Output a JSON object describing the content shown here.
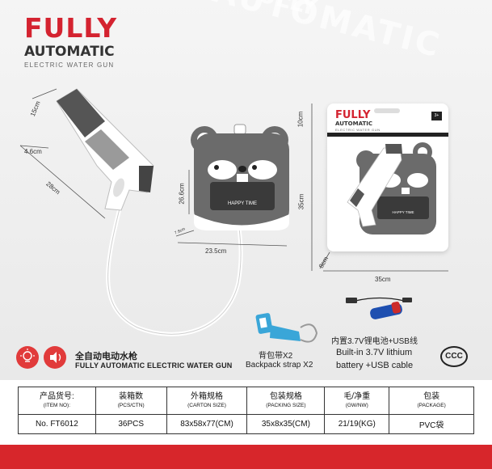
{
  "brand": {
    "title": "FULLY",
    "subtitle": "AUTOMATIC",
    "tagline": "ELECTRIC WATER GUN",
    "watermark_1": "AUTOMATIC",
    "watermark_2": "FULLY"
  },
  "dimensions": {
    "gun_width": "4.6cm",
    "gun_height": "15cm",
    "gun_length": "28cm",
    "backpack_height": "26.6cm",
    "backpack_width": "23.5cm",
    "backpack_depth": "7.8cm",
    "package_height": "35cm",
    "package_width": "35cm",
    "package_depth": "8cm",
    "package_top": "10cm"
  },
  "backpack": {
    "label": "HAPPY TIME"
  },
  "package": {
    "title": "FULLY",
    "subtitle": "AUTOMATIC",
    "tagline": "ELECTRIC WATER GUN",
    "age": "3+",
    "label": "HAPPY TIME"
  },
  "features": {
    "name_cn": "全自动电动水枪",
    "name_en": "FULLY AUTOMATIC ELECTRIC WATER GUN",
    "strap_cn": "背包带X2",
    "strap_en": "Backpack strap X2",
    "battery_cn": "内置3.7V锂电池+USB线",
    "battery_en_1": "Built-in 3.7V lithium",
    "battery_en_2": "battery +USB cable",
    "cert": "CCC"
  },
  "spec_table": {
    "headers": [
      {
        "cn": "产品货号:",
        "en": "(ITEM NO):"
      },
      {
        "cn": "装箱数",
        "en": "(PCS/CTN)"
      },
      {
        "cn": "外箱规格",
        "en": "(CARTON SIZE)"
      },
      {
        "cn": "包装规格",
        "en": "(PACKING SIZE)"
      },
      {
        "cn": "毛/净重",
        "en": "(GW/NW)"
      },
      {
        "cn": "包装",
        "en": "(PACKAGE)"
      }
    ],
    "values": [
      "No. FT6012",
      "36PCS",
      "83x58x77(CM)",
      "35x8x35(CM)",
      "21/19(KG)",
      "PVC袋"
    ]
  },
  "colors": {
    "brand_red": "#d42330",
    "product_gray": "#6b6b6b",
    "strap_blue": "#3aa6d8"
  }
}
